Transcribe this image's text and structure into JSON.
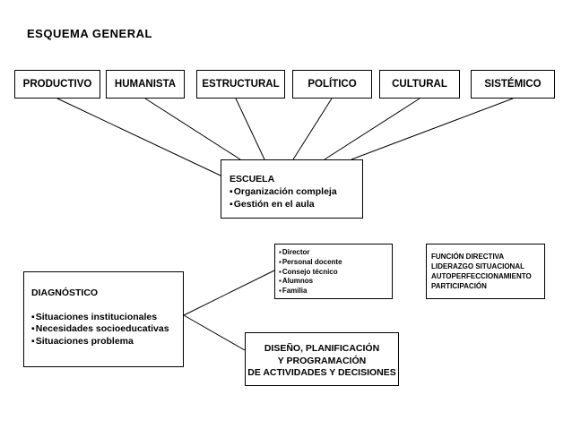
{
  "title": "ESQUEMA GENERAL",
  "top_boxes": [
    "PRODUCTIVO",
    "HUMANISTA",
    "ESTRUCTURAL",
    "POLÍTICO",
    "CULTURAL",
    "SISTÉMICO"
  ],
  "escuela": {
    "heading": "ESCUELA",
    "items": [
      "Organización compleja",
      "Gestión en el aula"
    ]
  },
  "actores": [
    "Director",
    "Personal docente",
    "Consejo técnico",
    "Alumnos",
    "Familia"
  ],
  "funcion": [
    "FUNCIÓN DIRECTIVA",
    "LIDERAZGO SITUACIONAL",
    "AUTOPERFECCIONAMIENTO",
    "PARTICIPACIÓN"
  ],
  "diagnostico": {
    "heading": "DIAGNÓSTICO",
    "items": [
      "Situaciones institucionales",
      "Necesidades socioeducativas",
      "Situaciones problema"
    ]
  },
  "diseno": [
    "DISEÑO, PLANIFICACIÓN",
    "Y PROGRAMACIÓN",
    "DE ACTIVIDADES Y DECISIONES"
  ]
}
